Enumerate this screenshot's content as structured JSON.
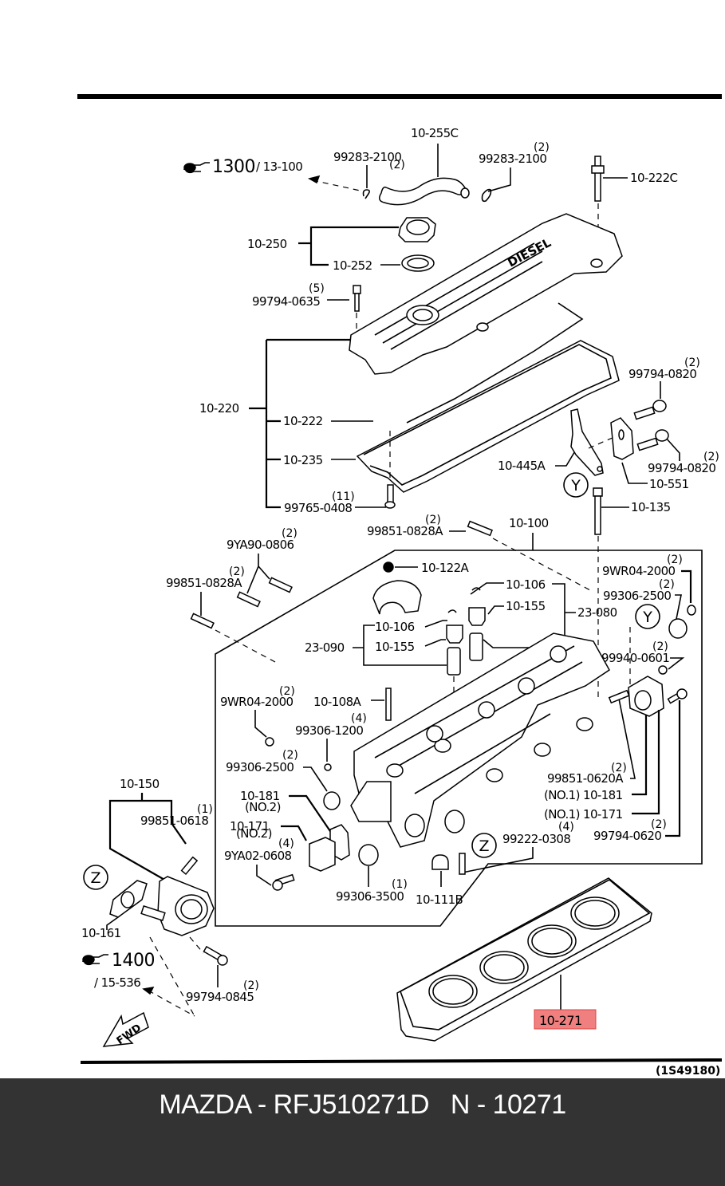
{
  "diagram": {
    "title_ref": "(1S49180)",
    "highlighted_part": "10-271",
    "cross_refs": [
      {
        "page": "1300",
        "sub": "/ 13-100",
        "icon": "pointing-hand-icon"
      },
      {
        "page": "1400",
        "sub": "/ 15-536",
        "icon": "pointing-hand-icon"
      }
    ],
    "fwd_label": "FWD",
    "markers": {
      "y": "Y",
      "z": "Z"
    },
    "labels": {
      "p10_255C": "10-255C",
      "p99283_2100_a": "99283-2100",
      "q99283_2100_a": "(2)",
      "p99283_2100_b": "99283-2100",
      "q99283_2100_b": "(2)",
      "p10_222C": "10-222C",
      "p10_250": "10-250",
      "p10_252": "10-252",
      "p99794_0635": "99794-0635",
      "q99794_0635": "(5)",
      "p10_220": "10-220",
      "p10_222": "10-222",
      "p10_235": "10-235",
      "p99765_0408": "99765-0408",
      "q99765_0408": "(11)",
      "p99794_0820_a": "99794-0820",
      "q99794_0820_a": "(2)",
      "p99794_0820_b": "99794-0820",
      "q99794_0820_b": "(2)",
      "p10_445A": "10-445A",
      "p10_551": "10-551",
      "p10_135": "10-135",
      "p10_100": "10-100",
      "p99851_0828A_a": "99851-0828A",
      "q99851_0828A_a": "(2)",
      "p9YA90_0806": "9YA90-0806",
      "q9YA90_0806": "(2)",
      "p99851_0828A_b": "99851-0828A",
      "q99851_0828A_b": "(2)",
      "p10_122A": "10-122A",
      "p10_106_a": "10-106",
      "p10_155_a": "10-155",
      "p23_080": "23-080",
      "p10_106_b": "10-106",
      "p10_155_b": "10-155",
      "p23_090": "23-090",
      "p9WR04_2000_a": "9WR04-2000",
      "q9WR04_2000_a": "(2)",
      "p99306_2500_a": "99306-2500",
      "q99306_2500_a": "(2)",
      "p99940_0601": "99940-0601",
      "q99940_0601": "(2)",
      "p9WR04_2000_b": "9WR04-2000",
      "q9WR04_2000_b": "(2)",
      "p10_108A": "10-108A",
      "p99306_1200": "99306-1200",
      "q99306_1200": "(4)",
      "p99306_2500_b": "99306-2500",
      "q99306_2500_b": "(2)",
      "p10_181_no2": "10-181",
      "n10_181_no2": "(NO.2)",
      "p10_171_no2": "10-171",
      "n10_171_no2": "(NO.2)",
      "p9YA02_0608": "9YA02-0608",
      "q9YA02_0608": "(4)",
      "p99306_3500": "99306-3500",
      "q99306_3500": "(1)",
      "p10_111B": "10-111B",
      "p99222_0308": "99222-0308",
      "q99222_0308": "(4)",
      "p99851_0620A": "99851-0620A",
      "q99851_0620A": "(2)",
      "p10_181_no1": "(NO.1) 10-181",
      "p10_171_no1": "(NO.1) 10-171",
      "p99794_0620": "99794-0620",
      "q99794_0620": "(2)",
      "p10_150": "10-150",
      "p99851_0618": "99851-0618",
      "q99851_0618": "(1)",
      "p10_161": "10-161",
      "p99794_0845": "99794-0845",
      "q99794_0845": "(2)",
      "p10_271": "10-271"
    }
  },
  "footer": {
    "title": "MAZDA - RFJ510271D   N - 10271"
  }
}
